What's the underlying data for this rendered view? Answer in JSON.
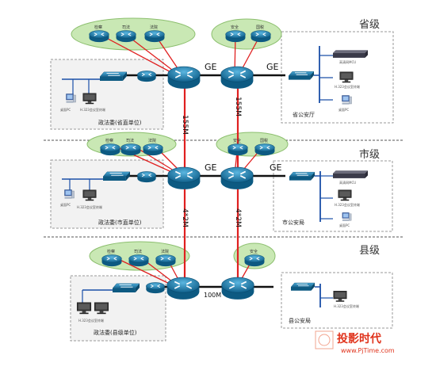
{
  "levels": {
    "province": "省级",
    "city": "市级",
    "county": "县级"
  },
  "links": {
    "ge": "GE",
    "trunk_155": "155M",
    "trunk_4x2": "4*2M",
    "trunk_100": "100M"
  },
  "province": {
    "ellipse_left_labels": [
      "检察",
      "司法",
      "法院"
    ],
    "ellipse_right_labels": [
      "安全",
      "国税"
    ],
    "left_box_label": "政法委(省直单位)",
    "left_term_label": "H.323会议室终端",
    "left_pc_label": "桌面PC",
    "right_box_label": "省公安厅",
    "right_mcu_label": "高清网MCU",
    "right_term_label": "H.323会议室终端",
    "right_pc_label": "桌面PC"
  },
  "city": {
    "ellipse_left_labels": [
      "检察",
      "司法",
      "法院"
    ],
    "ellipse_right_labels": [
      "安全",
      "国税"
    ],
    "left_box_label": "政法委(市直单位)",
    "left_term_label": "H.323会议室终端",
    "left_pc_label": "桌面PC",
    "right_box_label": "市公安局",
    "right_mcu_label": "高清网MCU",
    "right_term_label": "H.323会议室终端",
    "right_pc_label": "桌面PC"
  },
  "county": {
    "ellipse_left_labels": [
      "检察",
      "司法",
      "法院"
    ],
    "ellipse_right_labels": [
      "安全"
    ],
    "left_box_label": "政法委(县级单位)",
    "left_term_label": "H.323会议室终端",
    "right_box_label": "县公安局",
    "right_term_label": "H.323会议室终端"
  },
  "watermark": {
    "brand": "投影时代",
    "url": "www.PjTime.com"
  },
  "colors": {
    "router": "#1c7fb0",
    "ellipse_fill": "#c9e8b4",
    "trunk_red": "#e02020",
    "box_border": "#999999",
    "box_fill": "#f2f2f2"
  }
}
